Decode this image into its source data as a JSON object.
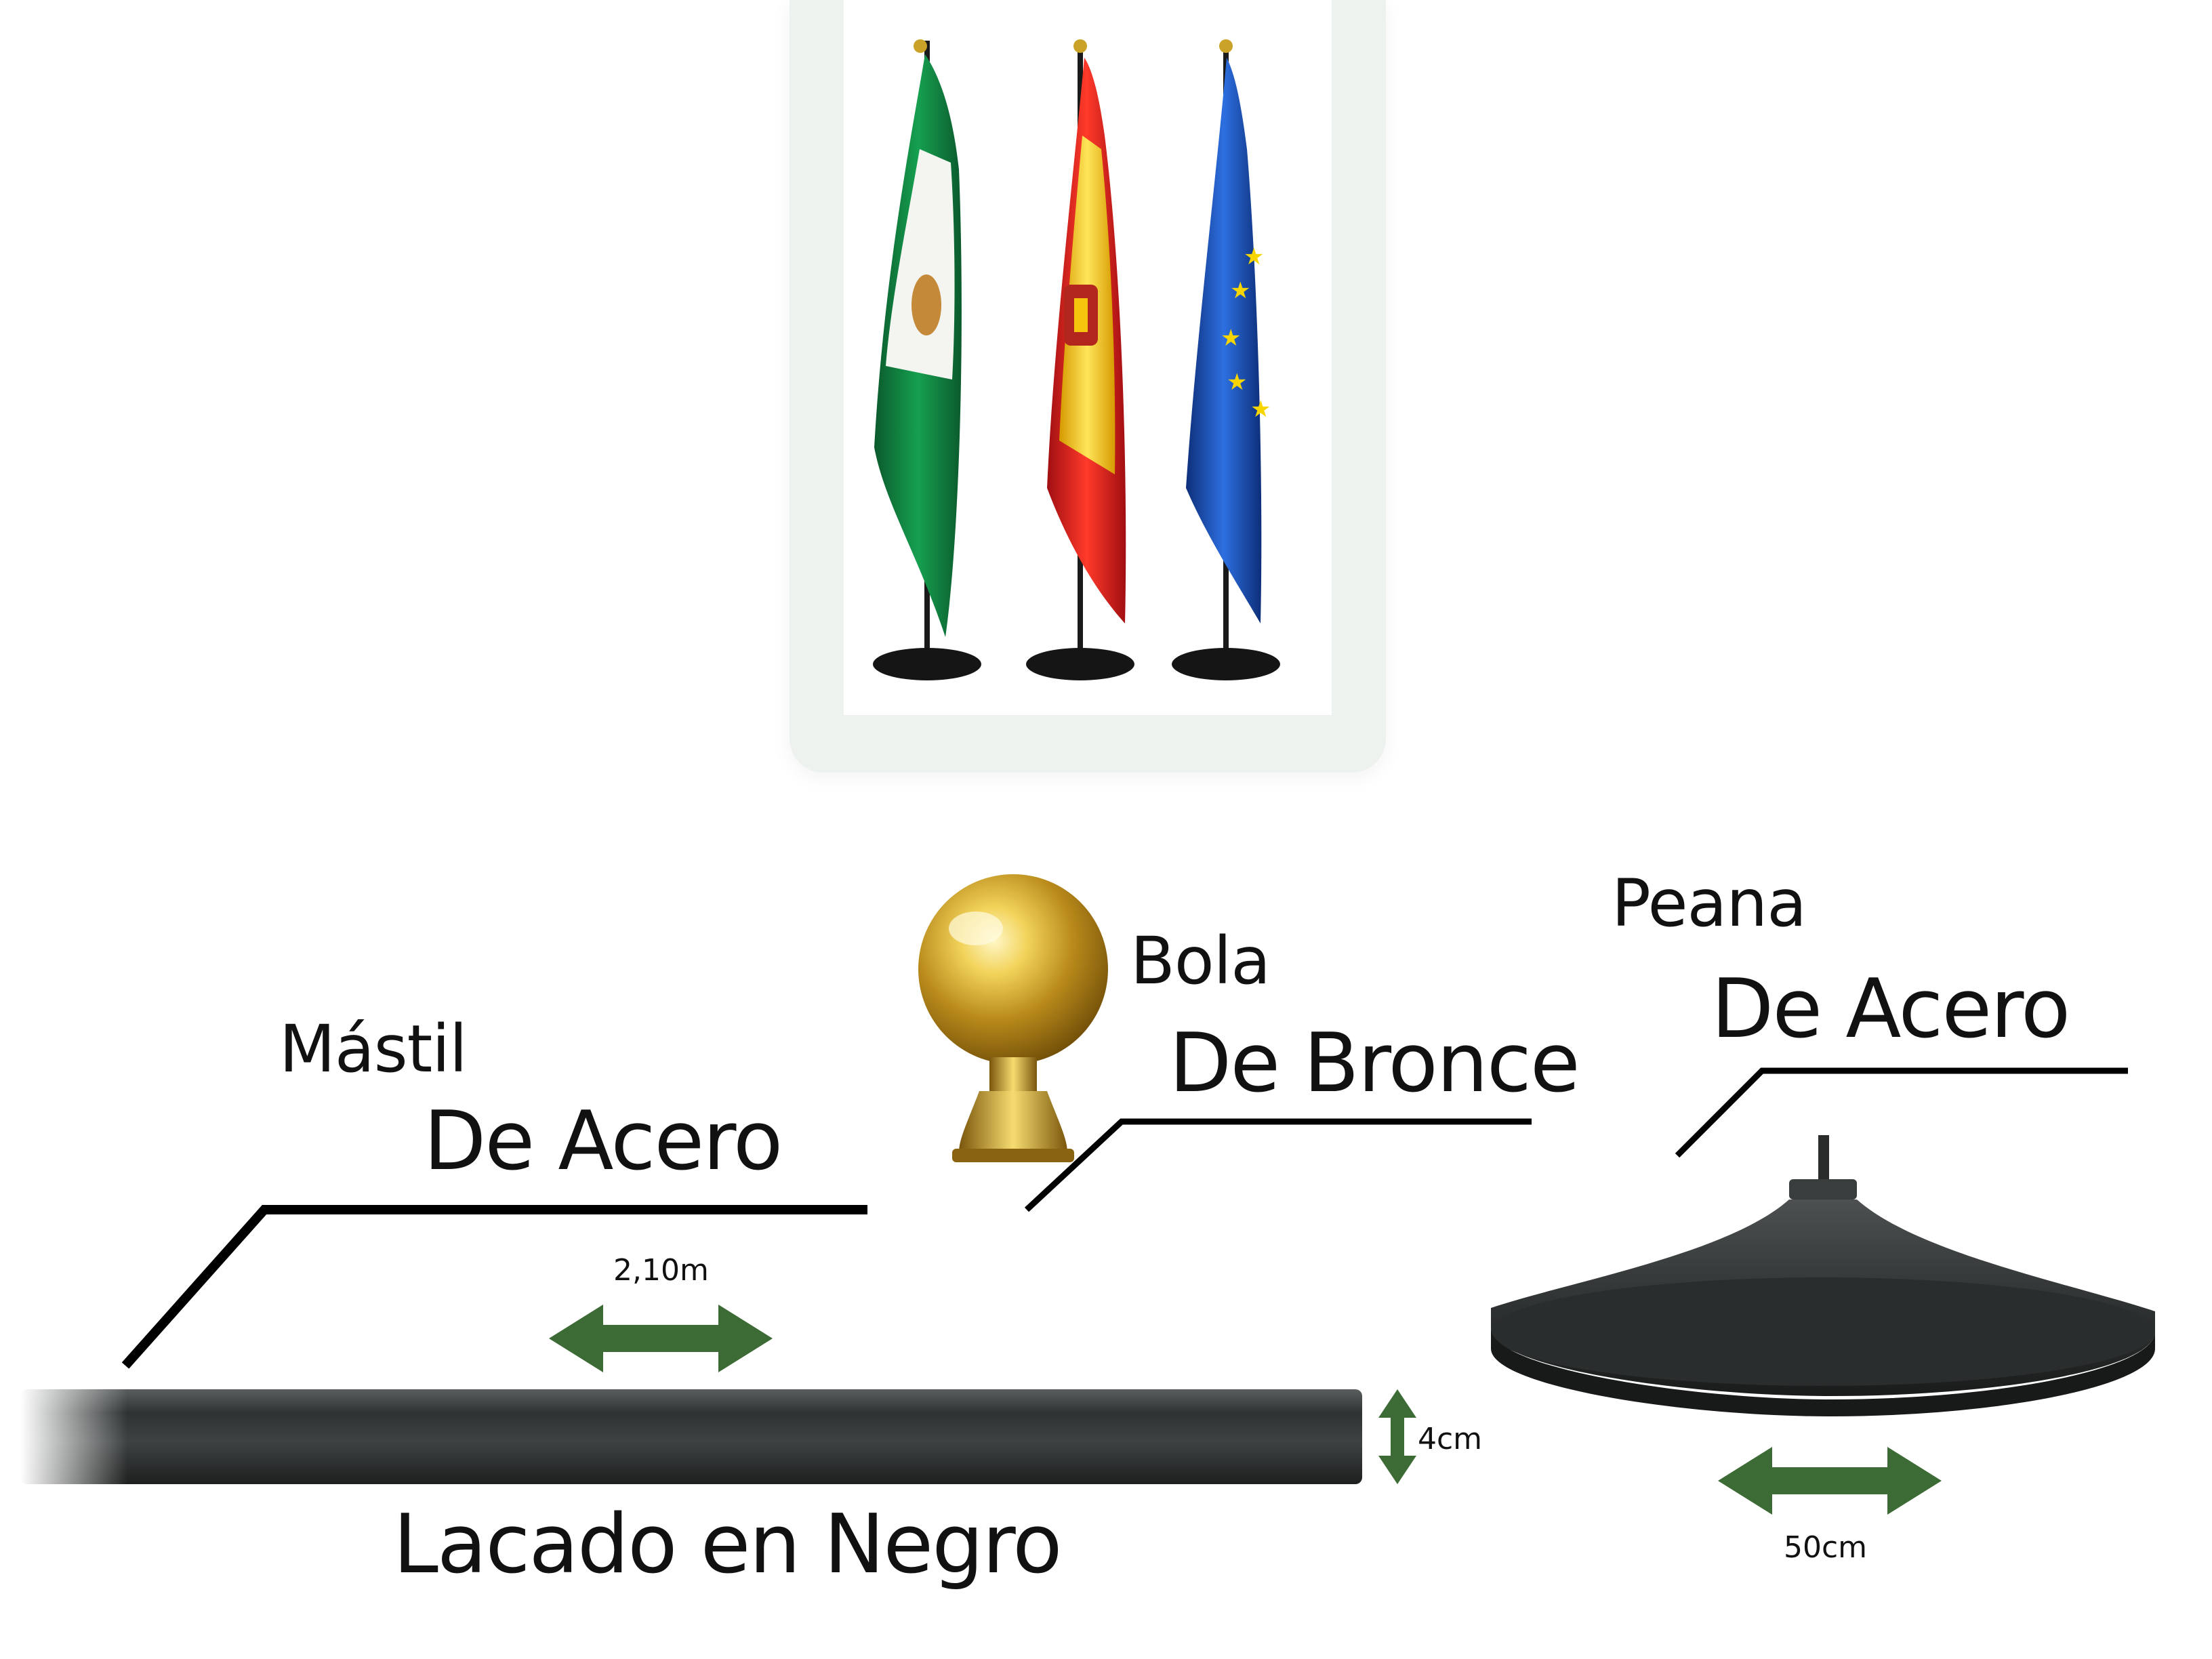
{
  "labels": {
    "mast_title": "Mástil",
    "mast_material": "De Acero",
    "ball_title": "Bola",
    "ball_material": "De Bronce",
    "base_title": "Peana",
    "base_material": "De Acero",
    "finish": "Lacado en Negro"
  },
  "dimensions": {
    "mast_length": "2,10m",
    "mast_diameter": "4cm",
    "base_diameter": "50cm"
  },
  "flags": [
    {
      "name": "andalucia-flag",
      "colors": [
        "#0a7a3a",
        "#ffffff",
        "#0a7a3a"
      ]
    },
    {
      "name": "spain-flag",
      "colors": [
        "#d8141b",
        "#f6c40d",
        "#d8141b"
      ]
    },
    {
      "name": "eu-flag",
      "colors": [
        "#1c4fb5",
        "#f6d500"
      ]
    }
  ],
  "colors": {
    "arrow": "#3d6b35",
    "pole": "#3a3d3d",
    "brass": "#d9b43a",
    "line": "#000000"
  }
}
